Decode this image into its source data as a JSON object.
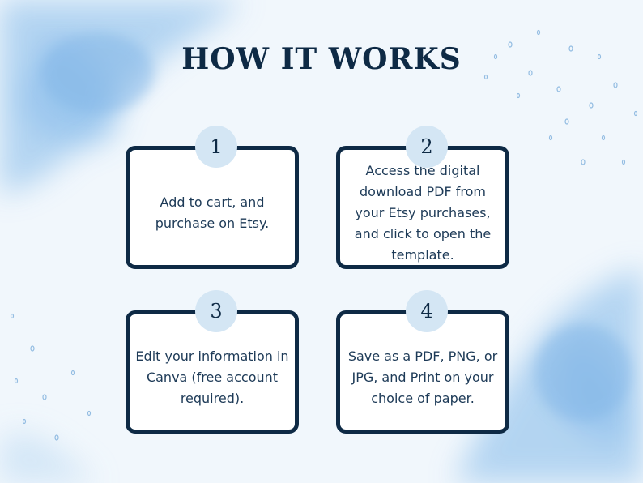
{
  "title": "HOW IT WORKS",
  "steps": [
    {
      "number": "1",
      "text": "Add to cart, and purchase on Etsy."
    },
    {
      "number": "2",
      "text": "Access the digital download PDF from your Etsy purchases, and click to open the template."
    },
    {
      "number": "3",
      "text": "Edit your information in Canva (free account required)."
    },
    {
      "number": "4",
      "text": "Save as a PDF, PNG, or JPG, and Print on your choice of paper."
    }
  ],
  "colors": {
    "navy": "#0e2a45",
    "badge": "#d4e6f4",
    "watercolor": "#a9cff0"
  }
}
